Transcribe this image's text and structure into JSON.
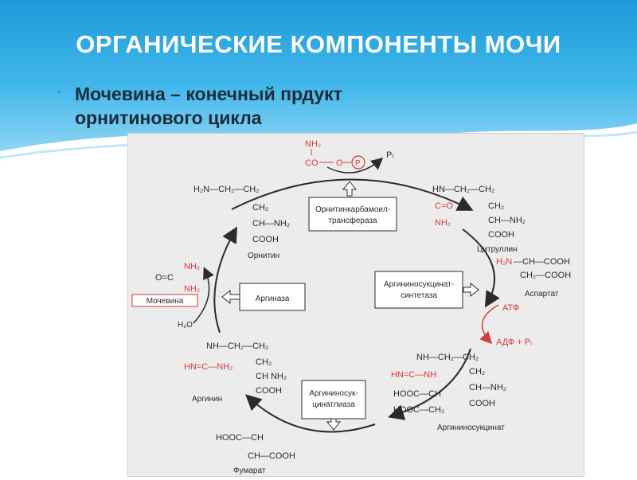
{
  "slide": {
    "title": "ОРГАНИЧЕСКИЕ КОМПОНЕНТЫ МОЧИ",
    "bullet_line1": "Мочевина – конечный прдукт",
    "bullet_line2": "орнитинового цикла"
  },
  "diagram": {
    "carbamoyl_top_nh2": "NH₂",
    "carbamoyl_co": "CO",
    "carbamoyl_o": "O",
    "phosphate": "P",
    "pi": "Pᵢ",
    "enzyme1_line1": "Орнитинкарбамоил-",
    "enzyme1_line2": "трансфераза",
    "enzyme2_line1": "Аргининосукцинат-",
    "enzyme2_line2": "синтетаза",
    "enzyme3": "Аргиназа",
    "enzyme4_line1": "Аргининосук-",
    "enzyme4_line2": "цинатлиаза",
    "ornithine_label": "Орнитин",
    "citrulline_label": "Цитруллин",
    "aspartate_label": "Аспартат",
    "argininosuccinate_label": "Аргининосукцинат",
    "arginine_label": "Аргинин",
    "fumarate_label": "Фумарат",
    "urea_label": "Мочевина",
    "water": "H₂O",
    "atp": "АТФ",
    "adp": "АДФ  +  Pᵢ",
    "orn_l1": "H₂N—CH₂—CH₂",
    "orn_l2": "CH₂",
    "orn_l3": "CH—NH₂",
    "orn_l4": "COOH",
    "cit_l1": "HN—CH₂—CH₂",
    "cit_co": "C=O",
    "cit_nh2": "NH₂",
    "cit_l2": "CH₂",
    "cit_l3": "CH—NH₂",
    "cit_l4": "COOH",
    "asp_h2n": "H₂N",
    "asp_l1": "—CH—COOH",
    "asp_l2": "CH₂—COOH",
    "urea_nh2_top": "NH₂",
    "urea_oc": "O=C",
    "urea_nh2_bot": "NH₂",
    "arg_l1": "NH—CH₂—CH₂",
    "arg_hn": "HN=C—NH₂",
    "arg_l2": "CH₂",
    "arg_l3": "CH  NH₂",
    "arg_l4": "COOH",
    "as_l1": "NH—CH₂—CH₂",
    "as_hn": "HN=C—NH",
    "as_l2": "CH₂",
    "as_l3": "HOOC—CH",
    "as_l3b": "CH—NH₂",
    "as_l4": "HOOC—CH₂",
    "as_l4b": "COOH",
    "fum_l1": "HOOC—CH",
    "fum_l2": "CH—COOH"
  },
  "colors": {
    "header": "#2aa7e0",
    "accent_red": "#d43a3a",
    "ink": "#2b2b2b"
  }
}
